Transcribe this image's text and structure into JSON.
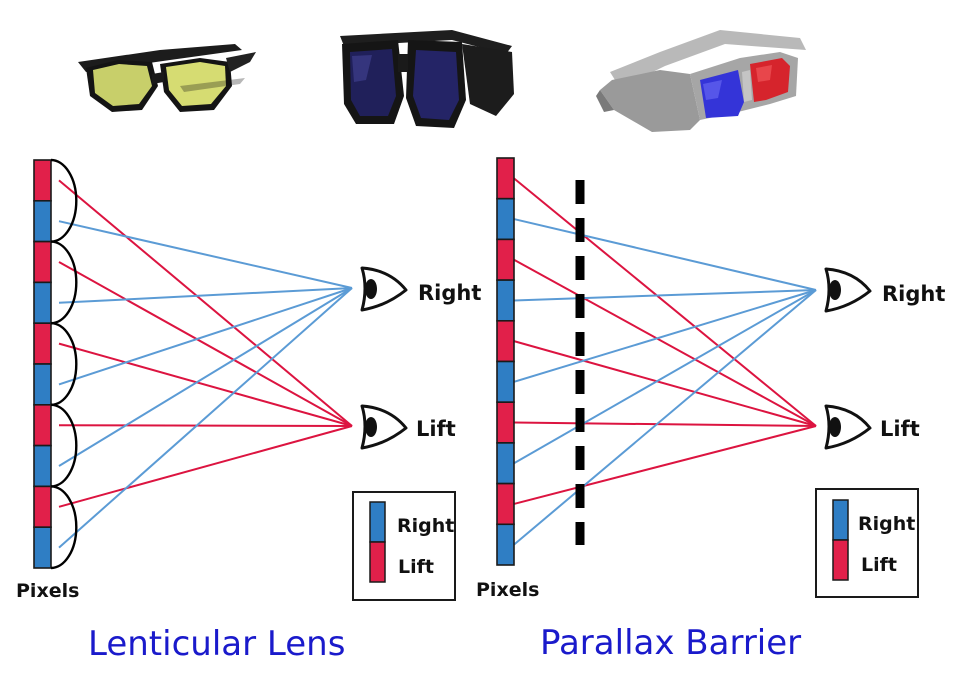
{
  "colors": {
    "right_pixel": "#2f7ec4",
    "left_pixel": "#e1204a",
    "right_ray": "#5b9bd5",
    "left_ray": "#dc1440",
    "caption": "#1a1acb",
    "barrier": "#000000",
    "frame": "#1a1a1a"
  },
  "glasses": [
    {
      "icon": "shutter-glasses-icon"
    },
    {
      "icon": "polarized-glasses-icon"
    },
    {
      "icon": "anaglyph-red-blue-glasses-icon"
    }
  ],
  "lenticular": {
    "caption": "Lenticular Lens",
    "pixels_label": "Pixels",
    "right_eye_label": "Right",
    "left_eye_label": "Lift",
    "legend": {
      "right": "Right",
      "left": "Lift"
    }
  },
  "parallax": {
    "caption": "Parallax Barrier",
    "pixels_label": "Pixels",
    "right_eye_label": "Right",
    "left_eye_label": "Lift",
    "legend": {
      "right": "Right",
      "left": "Lift"
    }
  }
}
